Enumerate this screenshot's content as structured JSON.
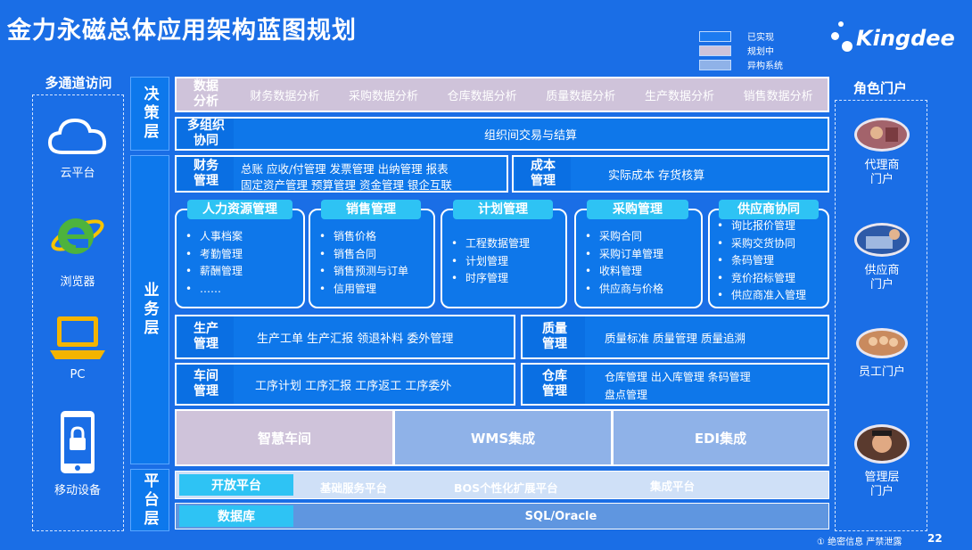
{
  "title": "金力永磁总体应用架构蓝图规划",
  "legend": [
    {
      "label": "已实现",
      "color": "#1c7bf0"
    },
    {
      "label": "规划中",
      "color": "#cfc3da"
    },
    {
      "label": "异构系统",
      "color": "#8fb2e8"
    }
  ],
  "logo": "Kingdee",
  "left_panel": {
    "title": "多通道访问",
    "items": [
      {
        "label": "云平台",
        "icon": "cloud-icon"
      },
      {
        "label": "浏览器",
        "icon": "ie-browser-icon"
      },
      {
        "label": "PC",
        "icon": "laptop-icon"
      },
      {
        "label": "移动设备",
        "icon": "mobile-lock-icon"
      }
    ]
  },
  "right_panel": {
    "title": "角色门户",
    "items": [
      {
        "label": "代理商\n门户",
        "icon": "agent-avatar-icon"
      },
      {
        "label": "供应商\n门户",
        "icon": "supplier-avatar-icon"
      },
      {
        "label": "员工门户",
        "icon": "employee-avatar-icon"
      },
      {
        "label": "管理层\n门户",
        "icon": "manager-avatar-icon"
      }
    ]
  },
  "layers": {
    "decision": "决策层",
    "business": "业务层",
    "platform": "平台层"
  },
  "decision": {
    "analysis_label": "数据\n分析",
    "analysis_items": [
      "财务数据分析",
      "采购数据分析",
      "仓库数据分析",
      "质量数据分析",
      "生产数据分析",
      "销售数据分析"
    ],
    "multi_org_label": "多组织\n协同",
    "multi_org_text": "组织间交易与结算"
  },
  "business": {
    "finance_label": "财务\n管理",
    "finance_line1": "总账  应收/付管理  发票管理  出纳管理  报表",
    "finance_line2": "固定资产管理   预算管理  资金管理  银企互联",
    "cost_label": "成本\n管理",
    "cost_text": "实际成本     存货核算",
    "modules": [
      {
        "title": "人力资源管理",
        "items": [
          "人事档案",
          "考勤管理",
          "薪酬管理",
          "……"
        ]
      },
      {
        "title": "销售管理",
        "items": [
          "销售价格",
          "销售合同",
          "销售预测与订单",
          "信用管理"
        ]
      },
      {
        "title": "计划管理",
        "items": [
          "工程数据管理",
          "计划管理",
          "时序管理"
        ]
      },
      {
        "title": "采购管理",
        "items": [
          "采购合同",
          "采购订单管理",
          "收料管理",
          "供应商与价格"
        ]
      },
      {
        "title": "供应商协同",
        "items": [
          "询比报价管理",
          "采购交货协同",
          "条码管理",
          "竞价招标管理",
          "供应商准入管理"
        ]
      }
    ],
    "production_label": "生产\n管理",
    "production_text": "生产工单   生产汇报   领退补料     委外管理",
    "quality_label": "质量\n管理",
    "quality_text": "质量标准       质量管理       质量追溯",
    "workshop_label": "车间\n管理",
    "workshop_text": "工序计划     工序汇报     工序返工     工序委外",
    "warehouse_label": "仓库\n管理",
    "warehouse_line1": "仓库管理       出入库管理       条码管理",
    "warehouse_line2": "盘点管理"
  },
  "integration": [
    "智慧车间",
    "WMS集成",
    "EDI集成"
  ],
  "platform": {
    "open_label": "开放平台",
    "open_items": [
      "基础服务平台",
      "BOS个性化扩展平台",
      "集成平台"
    ],
    "db_label": "数据库",
    "db_text": "SQL/Oracle"
  },
  "footer": {
    "confidential": "① 绝密信息 严禁泄露",
    "page": "22"
  }
}
